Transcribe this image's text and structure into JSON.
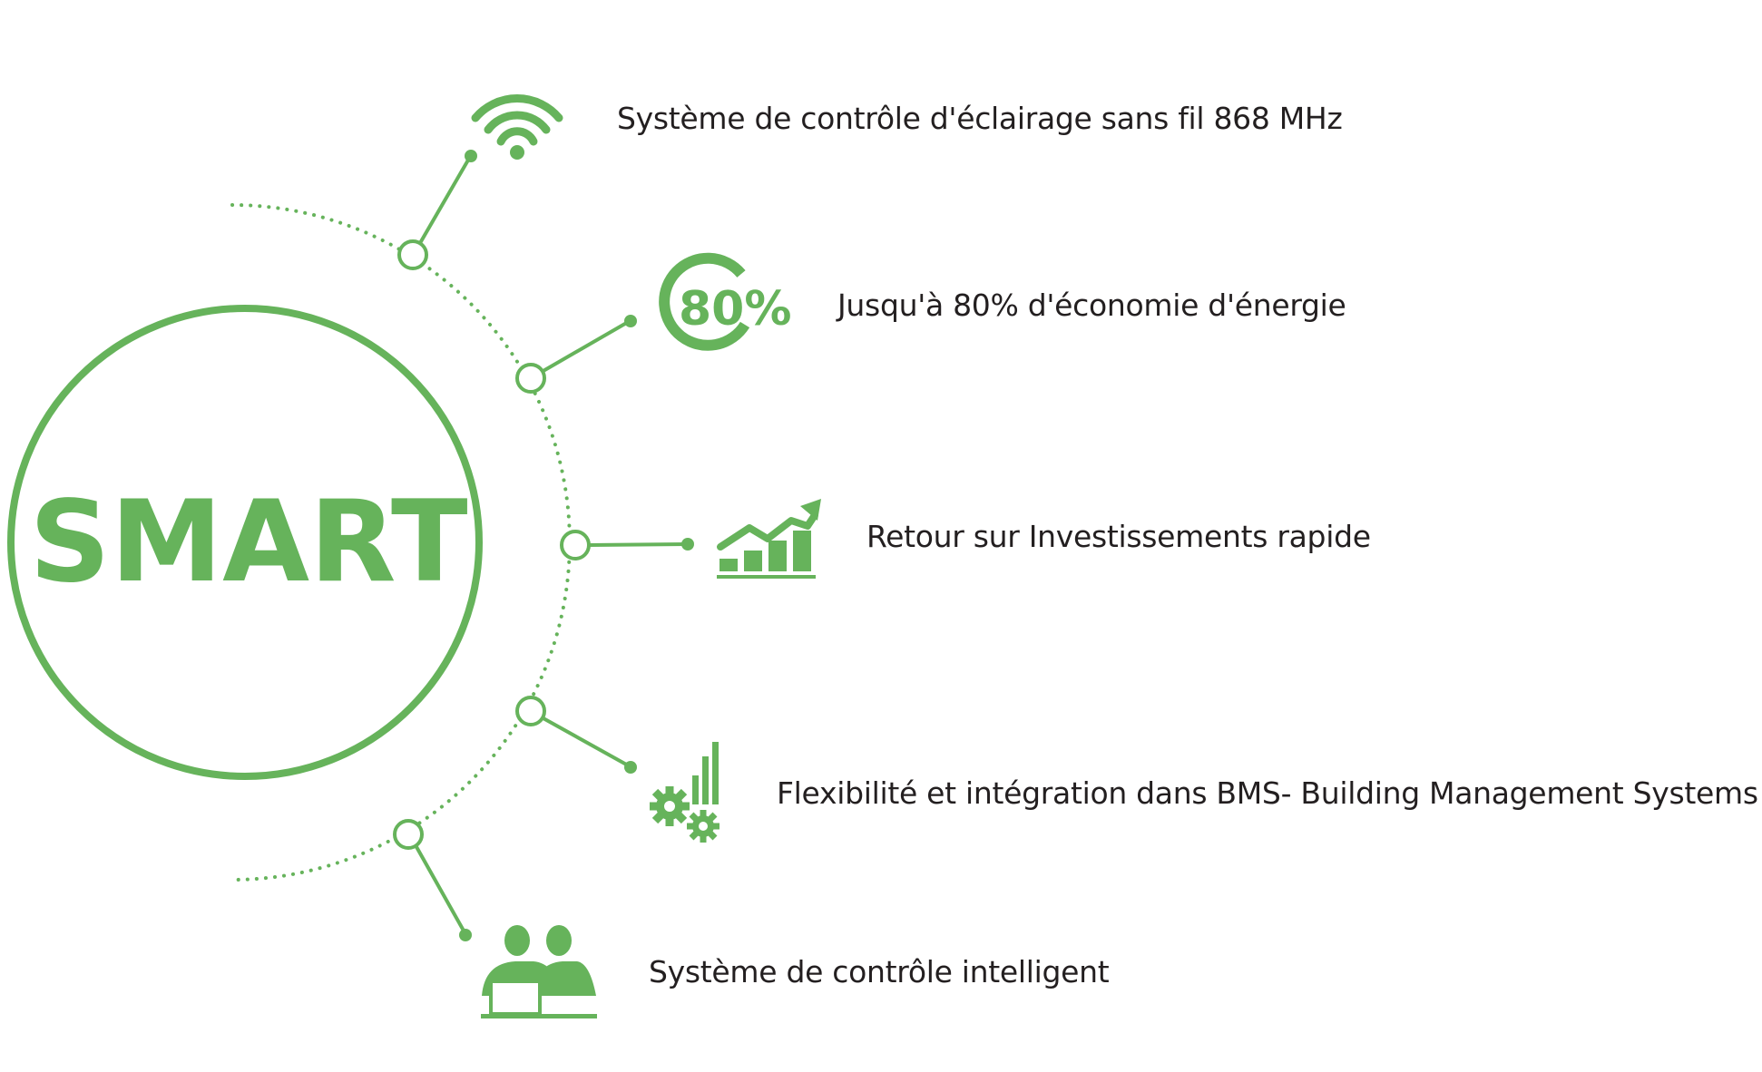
{
  "center": {
    "title": "SMART"
  },
  "colors": {
    "accent": "#66b35b",
    "text": "#231f20",
    "background": "#ffffff"
  },
  "features": [
    {
      "icon": "wifi-icon",
      "label": "Système de contrôle d'éclairage sans fil 868 MHz"
    },
    {
      "icon": "percent-savings-icon",
      "icon_text": "80%",
      "label": "Jusqu'à 80% d'économie d'énergie"
    },
    {
      "icon": "growth-chart-icon",
      "label": "Retour sur Investissements rapide"
    },
    {
      "icon": "gears-bars-icon",
      "label": "Flexibilité et intégration dans BMS- Building Management Systems"
    },
    {
      "icon": "team-computer-icon",
      "label": "Système de contrôle intelligent"
    }
  ]
}
